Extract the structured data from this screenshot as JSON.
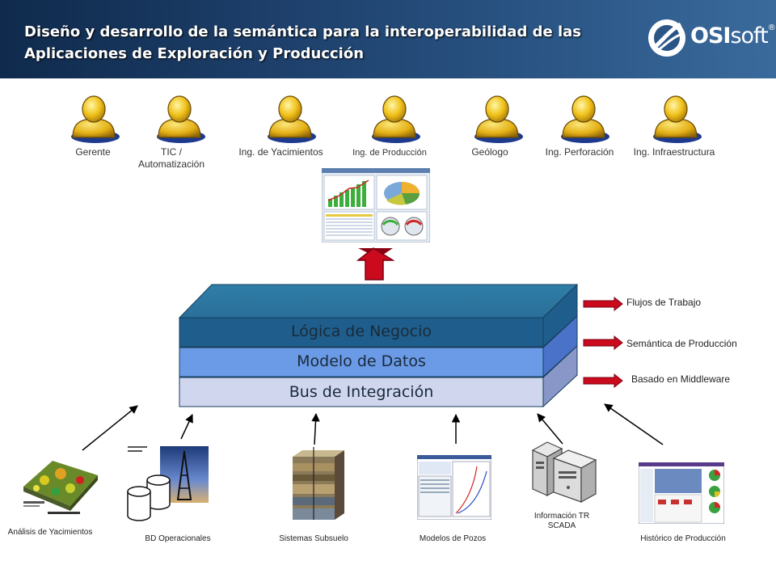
{
  "header": {
    "title_line1": "Diseño y desarrollo de la semántica para la interoperabilidad de las",
    "title_line2": "Aplicaciones de Exploración y Producción",
    "logo_bold": "OSI",
    "logo_light": "soft",
    "logo_mark": "®"
  },
  "users": [
    {
      "label": "Gerente",
      "icon": "user-icon"
    },
    {
      "label": "TIC  /",
      "label2": "Automatización",
      "icon": "user-icon"
    },
    {
      "label": "Ing. de Yacimientos",
      "icon": "user-icon"
    },
    {
      "label": "Ing. de Producción",
      "icon": "user-icon"
    },
    {
      "label": "Geólogo",
      "icon": "user-icon"
    },
    {
      "label": "Ing. Perforación",
      "icon": "user-icon"
    },
    {
      "label": "Ing. Infraestructura",
      "icon": "user-icon"
    }
  ],
  "layers": {
    "negocio": "Lógica de Negocio",
    "datos": "Modelo de Datos",
    "bus": "Bus de Integración"
  },
  "side_labels": {
    "flujos": "Flujos de Trabajo",
    "semantica": "Semántica de Producción",
    "middleware": "Basado en Middleware"
  },
  "sources": {
    "yacimientos": "Análisis de Yacimientos",
    "bd": "BD Operacionales",
    "subsuelo": "Sistemas Subsuelo",
    "pozos": "Modelos de Pozos",
    "scada_1": "Información TR",
    "scada_2": "SCADA",
    "historico": "Histórico de Producción"
  },
  "colors": {
    "header_dark": "#0f2a4c",
    "layer_top": "#2f7ea8",
    "layer_negocio": "#1f5e8c",
    "layer_datos": "#6b9ae6",
    "layer_bus": "#cfd6ee",
    "red_arrow": "#cc0a1e",
    "user_yellow": "#f0c21a"
  }
}
